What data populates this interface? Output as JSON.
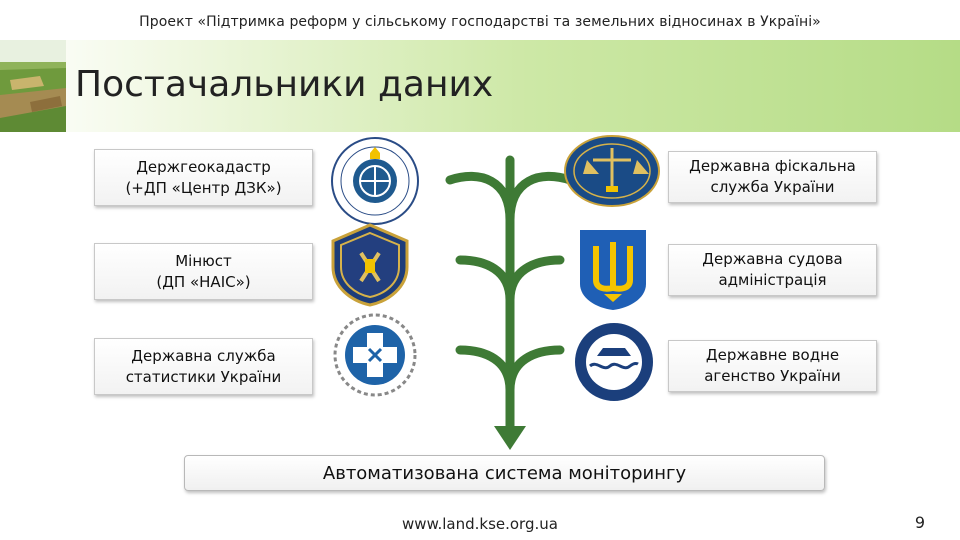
{
  "header": {
    "project_title": "Проект «Підтримка реформ у сільському господарстві та земельних відносинах в Україні»"
  },
  "slide": {
    "title": "Постачальники даних"
  },
  "providers": {
    "left": [
      {
        "label": "Держгеокадастр\n(+ДП «Центр ДЗК»)",
        "logo": "geocadastre-seal-icon"
      },
      {
        "label": "Мінюст\n(ДП «НАІС»)",
        "logo": "justice-shield-icon"
      },
      {
        "label": "Державна служба\nстатистики України",
        "logo": "statistics-emblem-icon"
      }
    ],
    "right": [
      {
        "label": "Державна фіскальна\nслужба України",
        "logo": "fiscal-service-emblem-icon"
      },
      {
        "label": "Державна судова\nадміністрація",
        "logo": "trident-coat-of-arms-icon"
      },
      {
        "label": "Державне водне\nагенство України",
        "logo": "water-agency-seal-icon"
      }
    ]
  },
  "target": {
    "label": "Автоматизована система моніторингу"
  },
  "footer": {
    "url": "www.land.kse.org.ua",
    "page": "9"
  },
  "colors": {
    "tree_green": "#3e7a35",
    "title_band": "#c3e39a",
    "box_border": "#c8c8c8"
  }
}
